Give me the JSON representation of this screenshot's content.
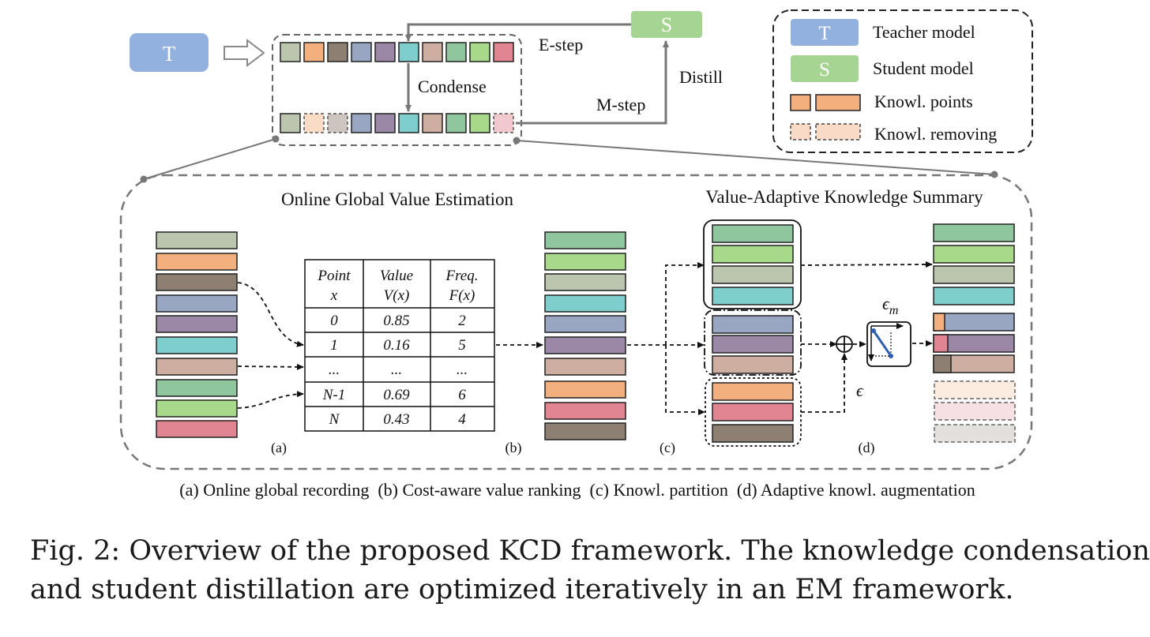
{
  "figure": {
    "teacher_box": "T",
    "student_box": "S",
    "labels": {
      "e_step": "E-step",
      "m_step": "M-step",
      "condense": "Condense",
      "distill": "Distill"
    },
    "legend": [
      {
        "symbol": "T",
        "text": "Teacher model"
      },
      {
        "symbol": "S",
        "text": "Student model"
      },
      {
        "symbol": "",
        "text": "Knowl. points"
      },
      {
        "symbol": "",
        "text": "Knowl. removing"
      }
    ],
    "section_titles": {
      "left": "Online Global Value Estimation",
      "right": "Value-Adaptive Knowledge Summary"
    },
    "table": {
      "headers": [
        [
          "Point",
          "x"
        ],
        [
          "Value",
          "V(x)"
        ],
        [
          "Freq.",
          "F(x)"
        ]
      ],
      "rows": [
        [
          "0",
          "0.85",
          "2"
        ],
        [
          "1",
          "0.16",
          "5"
        ],
        [
          "...",
          "...",
          "..."
        ],
        [
          "N-1",
          "0.69",
          "6"
        ],
        [
          "N",
          "0.43",
          "4"
        ]
      ]
    },
    "panel_letters": [
      "(a)",
      "(b)",
      "(c)",
      "(d)"
    ],
    "epsilon_m": "ϵ",
    "epsilon_m_sub": "m",
    "epsilon": "ϵ",
    "subcaption": "(a) Online global recording  (b) Cost-aware value ranking  (c) Knowl. partition  (d) Adaptive knowl. augmentation"
  },
  "caption": {
    "line1": "Fig. 2: Overview of the proposed KCD framework. The knowledge condensation",
    "line2": "and student distillation are optimized iteratively in an EM framework."
  },
  "colors": {
    "teacher": "#93b1de",
    "student": "#a6d492",
    "sage": "#bcc5ad",
    "orange": "#f3b07e",
    "brown": "#8e7f73",
    "slate": "#98a6c2",
    "purple": "#9a88a6",
    "teal": "#7fcece",
    "rose": "#cfaea2",
    "green": "#90c69d",
    "lightgreen": "#a8d88a",
    "pink": "#e08591"
  }
}
